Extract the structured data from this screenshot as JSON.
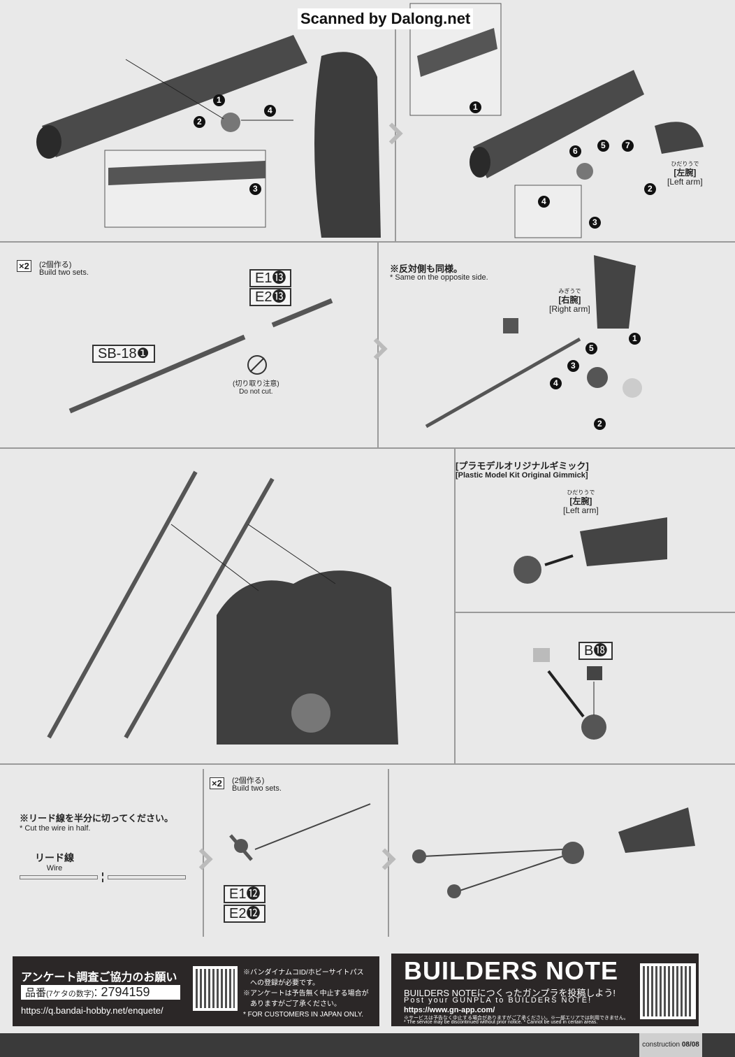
{
  "watermark": "Scanned by Dalong.net",
  "panel1": {
    "steps": [
      "1",
      "2",
      "3",
      "4"
    ]
  },
  "panel2": {
    "steps": [
      "1",
      "2",
      "3",
      "4",
      "5",
      "6",
      "7"
    ],
    "arm_jp": "[左腕]",
    "arm_ruby": "ひだりうで",
    "arm_en": "[Left arm]"
  },
  "panel3": {
    "x2": "×2",
    "note_jp": "(2個作る)",
    "note_en": "Build two sets.",
    "parts": [
      "E1⓭",
      "E2⓭",
      "SB-18❶"
    ],
    "caution_jp": "(切り取り注意)",
    "caution_en": "Do not cut."
  },
  "panel4": {
    "note_jp": "※反対側も同様。",
    "note_en": "* Same on the opposite side.",
    "arm_jp": "[右腕]",
    "arm_ruby": "みぎうで",
    "arm_en": "[Right arm]",
    "steps": [
      "1",
      "2",
      "3",
      "4",
      "5"
    ]
  },
  "panel6": {
    "title_jp": "[プラモデルオリジナルギミック]",
    "title_en": "[Plastic Model Kit Original Gimmick]",
    "arm_jp": "[左腕]",
    "arm_ruby": "ひだりうで",
    "arm_en": "[Left arm]",
    "part": "B⓲"
  },
  "panel7": {
    "note_jp": "※リード線を半分に切ってください。",
    "note_en": "* Cut the wire in half.",
    "wire_jp": "リード線",
    "wire_en": "Wire"
  },
  "panel8": {
    "x2": "×2",
    "note_jp": "(2個作る)",
    "note_en": "Build two sets.",
    "parts": [
      "E1⓬",
      "E2⓬"
    ]
  },
  "footer": {
    "survey_title": "アンケート調査ご協力のお願い",
    "product_label": "品番",
    "product_sub": "(7ケタの数字)",
    "product_number": ": 2794159",
    "survey_url": "https://q.bandai-hobby.net/enquete/",
    "survey_notes": [
      "※バンダイナムコID/ホビーサイトパス",
      "　への登録が必要です。",
      "※アンケートは予告無く中止する場合が",
      "　ありますがご了承ください。",
      "* FOR CUSTOMERS IN JAPAN ONLY."
    ],
    "bn_logo": "BUILDERS NOTE",
    "bn_jp": "BUILDERS NOTEにつくったガンプラを投稿しよう!",
    "bn_en": "Post your GUNPLA to BUILDERS NOTE!",
    "bn_url": "https://www.gn-app.com/",
    "bn_note_jp": "※サービスは予告なく中止する場合がありますがご了承ください。※一部エリアでは利用できません。",
    "bn_note_en": "* The service may be discontinued without prior notice. * Cannot be used in certain areas."
  },
  "page_label": "construction",
  "page_num": "08/08"
}
